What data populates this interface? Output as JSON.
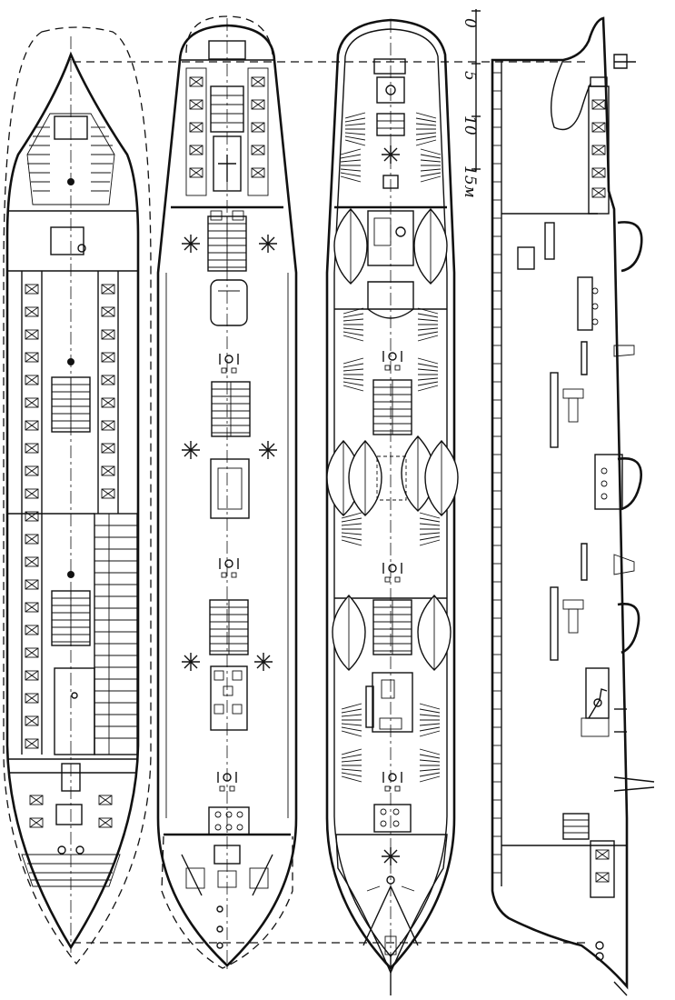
{
  "drawing": {
    "scale_bar": {
      "ticks": [
        "0",
        "5",
        "10",
        "15м"
      ]
    }
  },
  "views": [
    {
      "id": "lower-deck-plan"
    },
    {
      "id": "main-deck-plan"
    },
    {
      "id": "upper-deck-plan"
    },
    {
      "id": "side-elevation"
    }
  ]
}
